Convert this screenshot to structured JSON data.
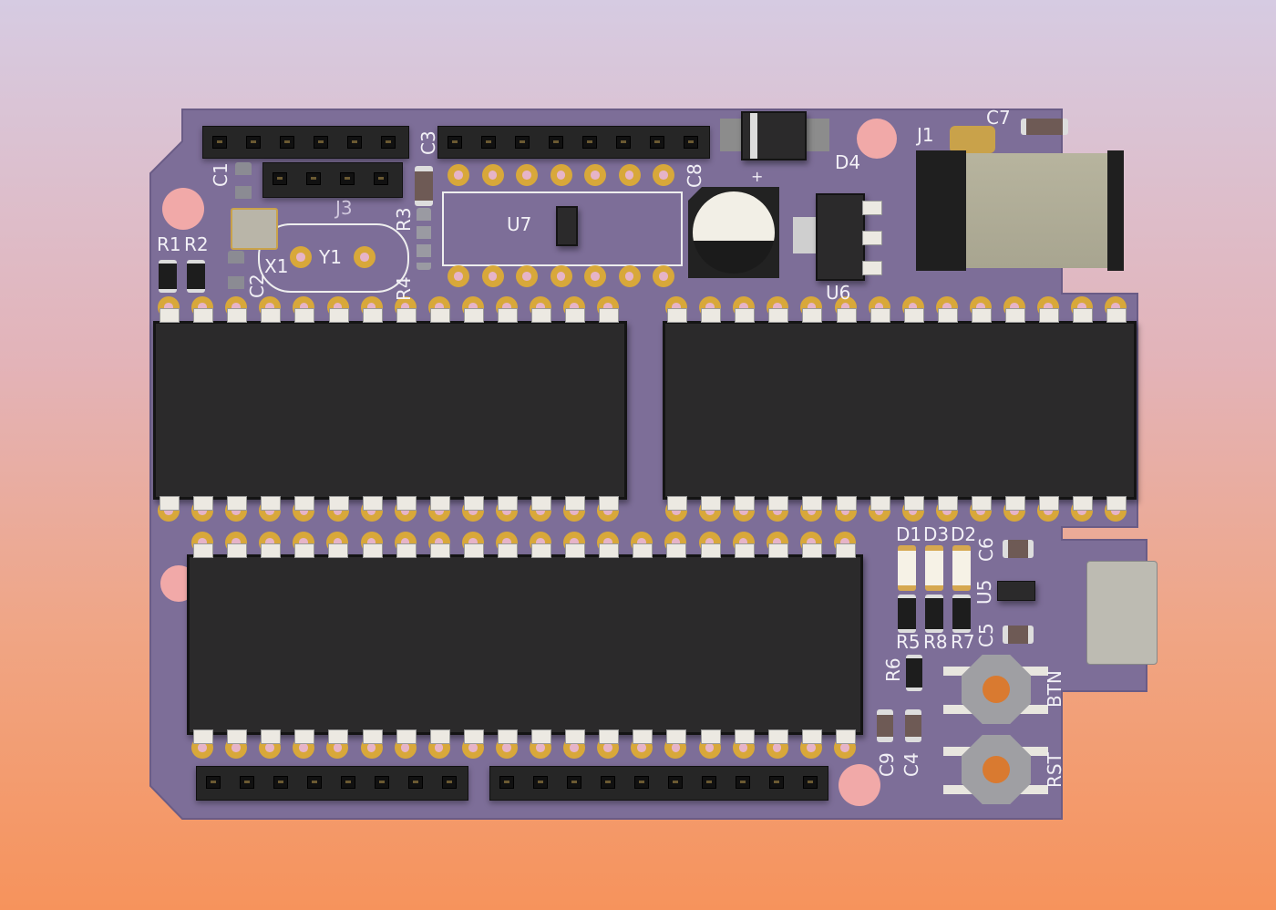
{
  "board": {
    "color": "#7d6e98",
    "silk": "#f2f0f6",
    "copper": "#d8a83a",
    "background_top": "#d6cbe2",
    "background_bottom": "#f6935c"
  },
  "labels": {
    "c1": "C1",
    "c2": "C2",
    "c3": "C3",
    "c4": "C4",
    "c5": "C5",
    "c6": "C6",
    "c7": "C7",
    "c8": "C8",
    "c9": "C9",
    "r1": "R1",
    "r2": "R2",
    "r3": "R3",
    "r4": "R4",
    "r5": "R5",
    "r6": "R6",
    "r7": "R7",
    "r8": "R8",
    "d1": "D1",
    "d2": "D2",
    "d3": "D3",
    "d4": "D4",
    "j1": "J1",
    "j3": "J3",
    "u5": "U5",
    "u6": "U6",
    "u7": "U7",
    "x1": "X1",
    "y1": "Y1",
    "btn": "BTN",
    "rst": "RST",
    "plus": "+"
  }
}
